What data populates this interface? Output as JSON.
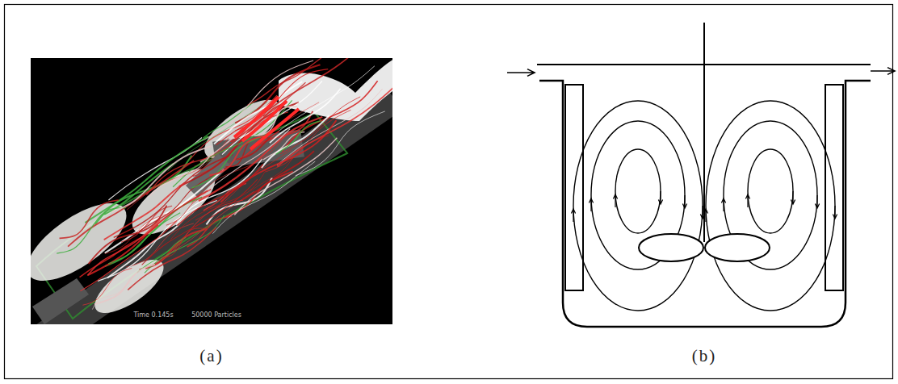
{
  "diagram": {
    "labels": [
      "(a)",
      "(b)",
      "Time 0.145s",
      "50000 Particles"
    ]
  }
}
